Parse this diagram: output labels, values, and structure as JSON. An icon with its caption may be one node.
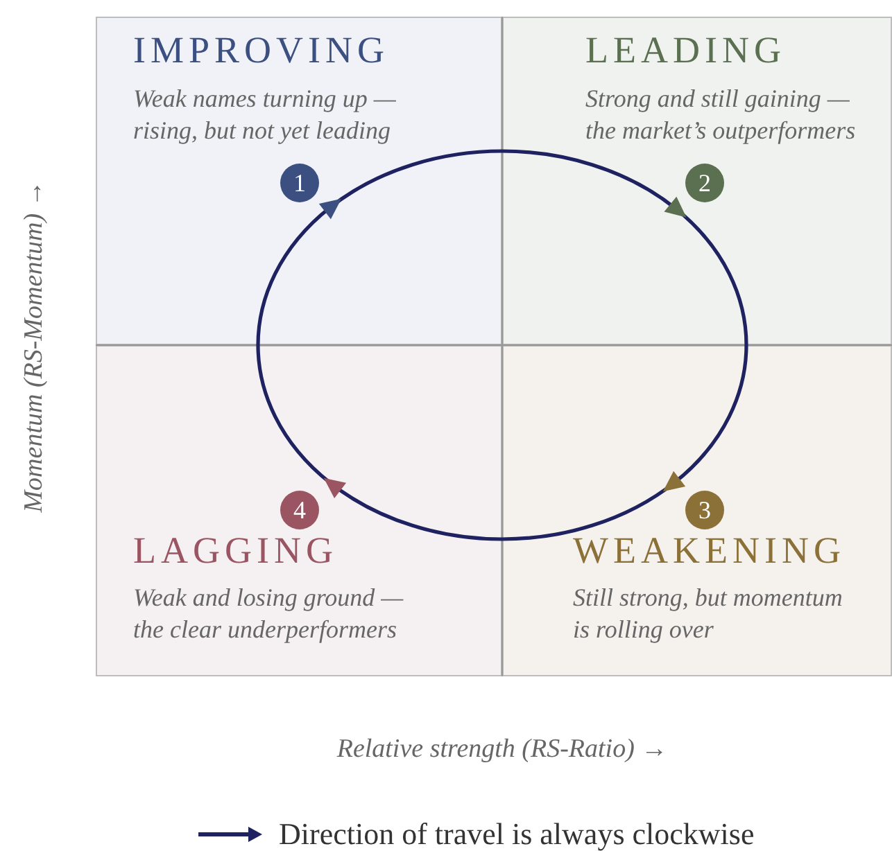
{
  "diagram": {
    "nodes": [
      {
        "text": [
          "IMPROVING",
          "Weak names turning up — rising, but not yet leading"
        ]
      },
      {
        "text": [
          "LEADING",
          "Strong and still gaining — the market’s outperformers"
        ]
      },
      {
        "text": [
          "LAGGING",
          "Weak and losing ground — the clear underperformers"
        ]
      },
      {
        "text": [
          "WEAKENING",
          "Still strong, but momentum is rolling over"
        ]
      }
    ],
    "labels": [
      "1",
      "2",
      "Momentum (RS-Momentum) →",
      "4",
      "3",
      "Relative strength (RS-Ratio) →"
    ],
    "legend": [
      {
        "text": "Direction of travel is always clockwise"
      }
    ]
  }
}
